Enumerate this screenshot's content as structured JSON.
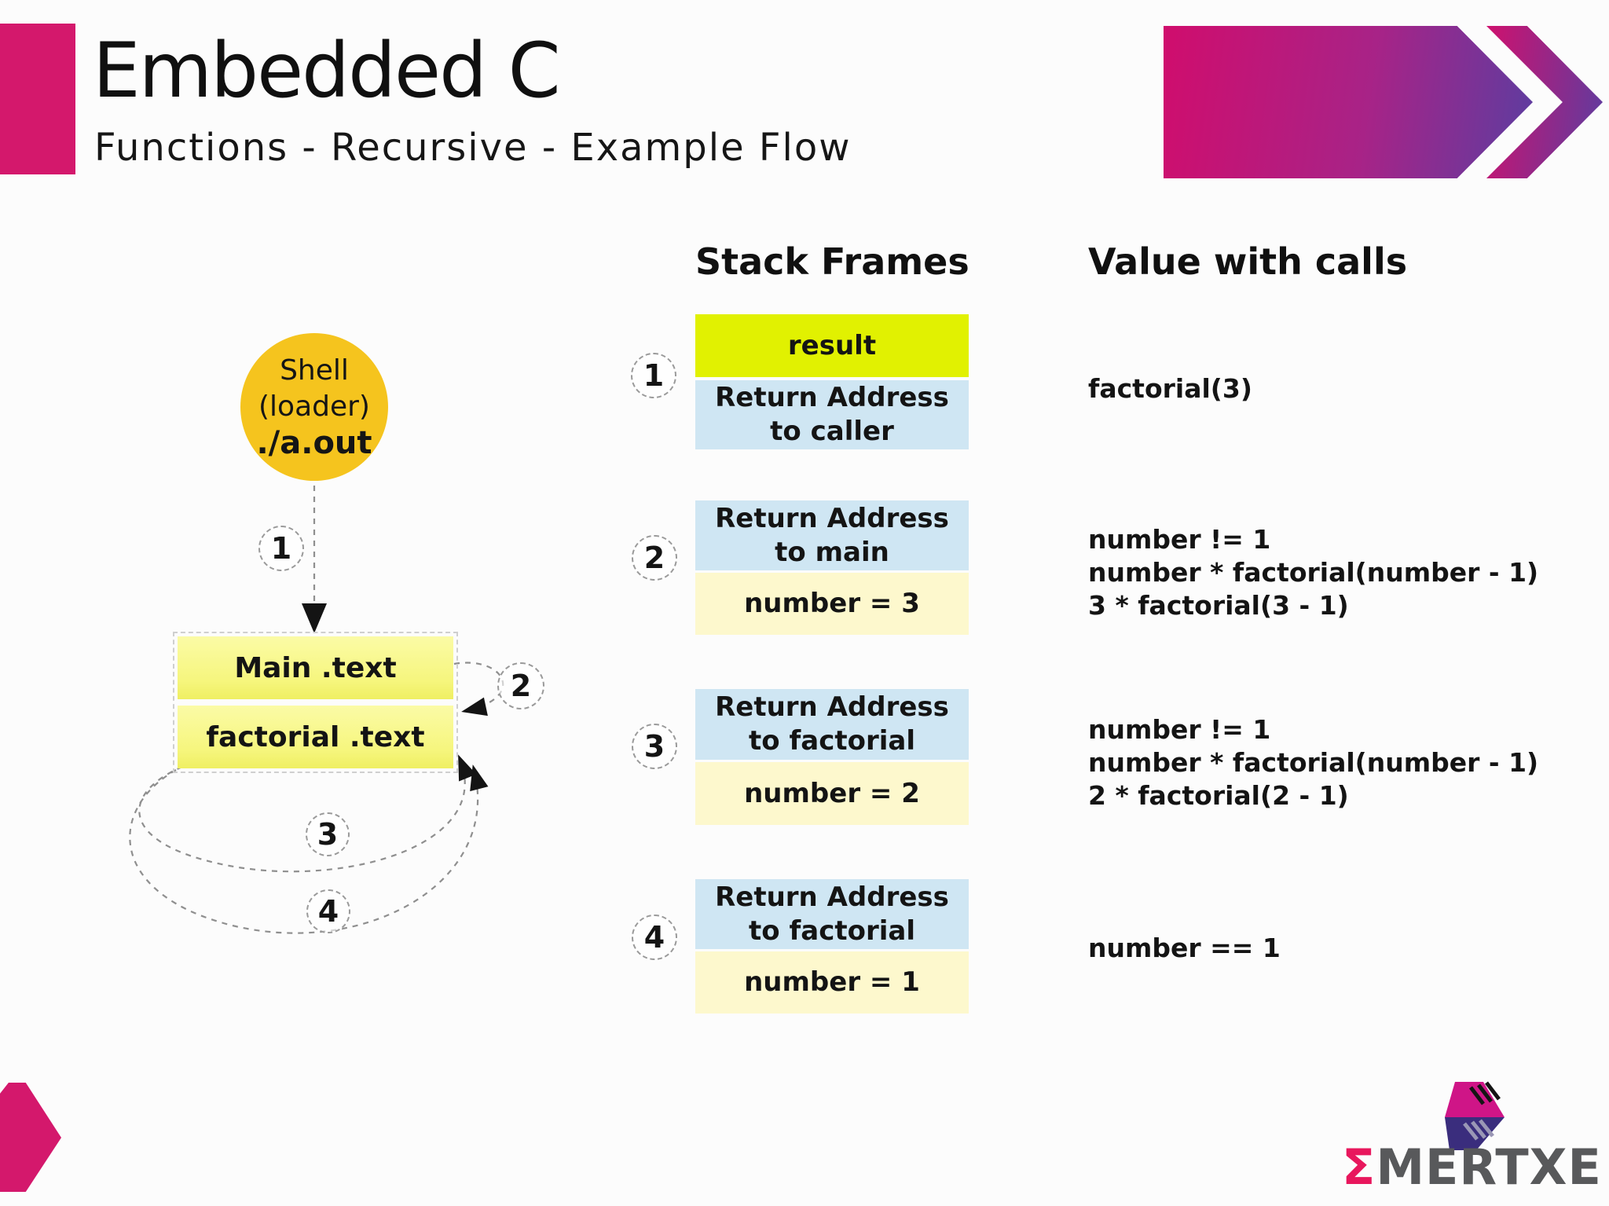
{
  "header": {
    "title": "Embedded C",
    "subtitle": "Functions - Recursive - Example Flow"
  },
  "diagram": {
    "shell_circle": {
      "lines": [
        "Shell",
        "(loader)",
        "./a.out"
      ]
    },
    "code_boxes": {
      "main": "Main .text",
      "factorial": "factorial .text"
    },
    "steps": [
      "1",
      "2",
      "3",
      "4"
    ]
  },
  "stack": {
    "heading": "Stack Frames",
    "frames": [
      {
        "num": "1",
        "rows": [
          {
            "type": "result",
            "lines": [
              "result"
            ]
          },
          {
            "type": "return",
            "lines": [
              "Return Address",
              "to caller"
            ]
          }
        ]
      },
      {
        "num": "2",
        "rows": [
          {
            "type": "return",
            "lines": [
              "Return Address",
              "to main"
            ]
          },
          {
            "type": "value",
            "lines": [
              "number = 3"
            ]
          }
        ]
      },
      {
        "num": "3",
        "rows": [
          {
            "type": "return",
            "lines": [
              "Return Address",
              "to factorial"
            ]
          },
          {
            "type": "value",
            "lines": [
              "number = 2"
            ]
          }
        ]
      },
      {
        "num": "4",
        "rows": [
          {
            "type": "return",
            "lines": [
              "Return Address",
              "to factorial"
            ]
          },
          {
            "type": "value",
            "lines": [
              "number = 1"
            ]
          }
        ]
      }
    ]
  },
  "values": {
    "heading": "Value with calls",
    "items": [
      {
        "lines": [
          "factorial(3)"
        ]
      },
      {
        "lines": [
          "number != 1",
          "number * factorial(number - 1)",
          "3 * factorial(3 - 1)"
        ]
      },
      {
        "lines": [
          "number != 1",
          "number * factorial(number - 1)",
          "2 * factorial(2 - 1)"
        ]
      },
      {
        "lines": [
          "number == 1"
        ]
      }
    ]
  },
  "logo": {
    "sigma": "Σ",
    "name": "MERTXE"
  },
  "colors": {
    "accent-pink": "#d4186c",
    "grad-start": "#d00d6d",
    "grad-end": "#5c3da0",
    "shell-yellow": "#f5c41e",
    "codebox-yellow": "#f6f67e",
    "result-green": "#e1f101",
    "return-blue": "#cfe6f3",
    "number-cream": "#fdf8cd",
    "dash-gray": "#8f8f8f",
    "logo-pink": "#e8175d",
    "logo-gray": "#58595b",
    "logo-indigo": "#3a2d7d",
    "ink": "#111111"
  }
}
